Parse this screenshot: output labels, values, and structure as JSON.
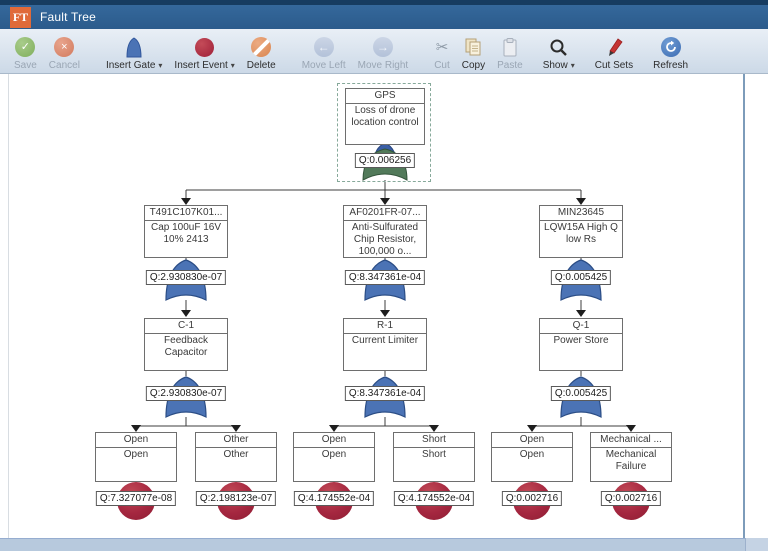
{
  "window": {
    "logo": "FT",
    "title": "Fault Tree"
  },
  "icons": {
    "check": "✓",
    "x": "×",
    "arrow_left": "←",
    "arrow_right": "→",
    "scissors": "✂",
    "dropdown": "▾"
  },
  "toolbar": {
    "items": [
      {
        "label": "Save",
        "enabled": false
      },
      {
        "label": "Cancel",
        "enabled": false
      },
      {
        "label": "Insert Gate",
        "enabled": true,
        "dropdown": true
      },
      {
        "label": "Insert Event",
        "enabled": true,
        "dropdown": true
      },
      {
        "label": "Delete",
        "enabled": true
      },
      {
        "label": "Move Left",
        "enabled": false
      },
      {
        "label": "Move Right",
        "enabled": false
      },
      {
        "label": "Cut",
        "enabled": false
      },
      {
        "label": "Copy",
        "enabled": true
      },
      {
        "label": "Paste",
        "enabled": false
      },
      {
        "label": "Show",
        "enabled": true,
        "dropdown": true
      },
      {
        "label": "Cut Sets",
        "enabled": true
      },
      {
        "label": "Refresh",
        "enabled": true
      }
    ]
  },
  "tree": {
    "top": {
      "title": "GPS",
      "desc": "Loss of drone location control",
      "q": "Q:0.006256",
      "selected": true
    },
    "level2": [
      {
        "title": "T491C107K01...",
        "desc": "Cap 100uF 16V 10% 2413",
        "q": "Q:2.930830e-07"
      },
      {
        "title": "AF0201FR-07...",
        "desc": "Anti-Sulfurated Chip Resistor, 100,000 o...",
        "q": "Q:8.347361e-04"
      },
      {
        "title": "MIN23645",
        "desc": "LQW15A High Q low Rs",
        "q": "Q:0.005425"
      }
    ],
    "level3": [
      {
        "title": "C-1",
        "desc": "Feedback Capacitor",
        "q": "Q:2.930830e-07"
      },
      {
        "title": "R-1",
        "desc": "Current Limiter",
        "q": "Q:8.347361e-04"
      },
      {
        "title": "Q-1",
        "desc": "Power Store",
        "q": "Q:0.005425"
      }
    ],
    "leaves": [
      {
        "title": "Open",
        "desc": "Open",
        "q": "Q:7.327077e-08"
      },
      {
        "title": "Other",
        "desc": "Other",
        "q": "Q:2.198123e-07"
      },
      {
        "title": "Open",
        "desc": "Open",
        "q": "Q:4.174552e-04"
      },
      {
        "title": "Short",
        "desc": "Short",
        "q": "Q:4.174552e-04"
      },
      {
        "title": "Open",
        "desc": "Open",
        "q": "Q:0.002716"
      },
      {
        "title": "Mechanical ...",
        "desc": "Mechanical Failure",
        "q": "Q:0.002716"
      }
    ]
  },
  "colors": {
    "titlebar": "#2e5f8f",
    "logo_orange": "#e06a39",
    "toolbar_bg": "#dbe5f0",
    "gate_blue": "#4b73b5",
    "gate_green": "#527a5a",
    "event_red": "#a52740",
    "selection": "#86a99a"
  }
}
